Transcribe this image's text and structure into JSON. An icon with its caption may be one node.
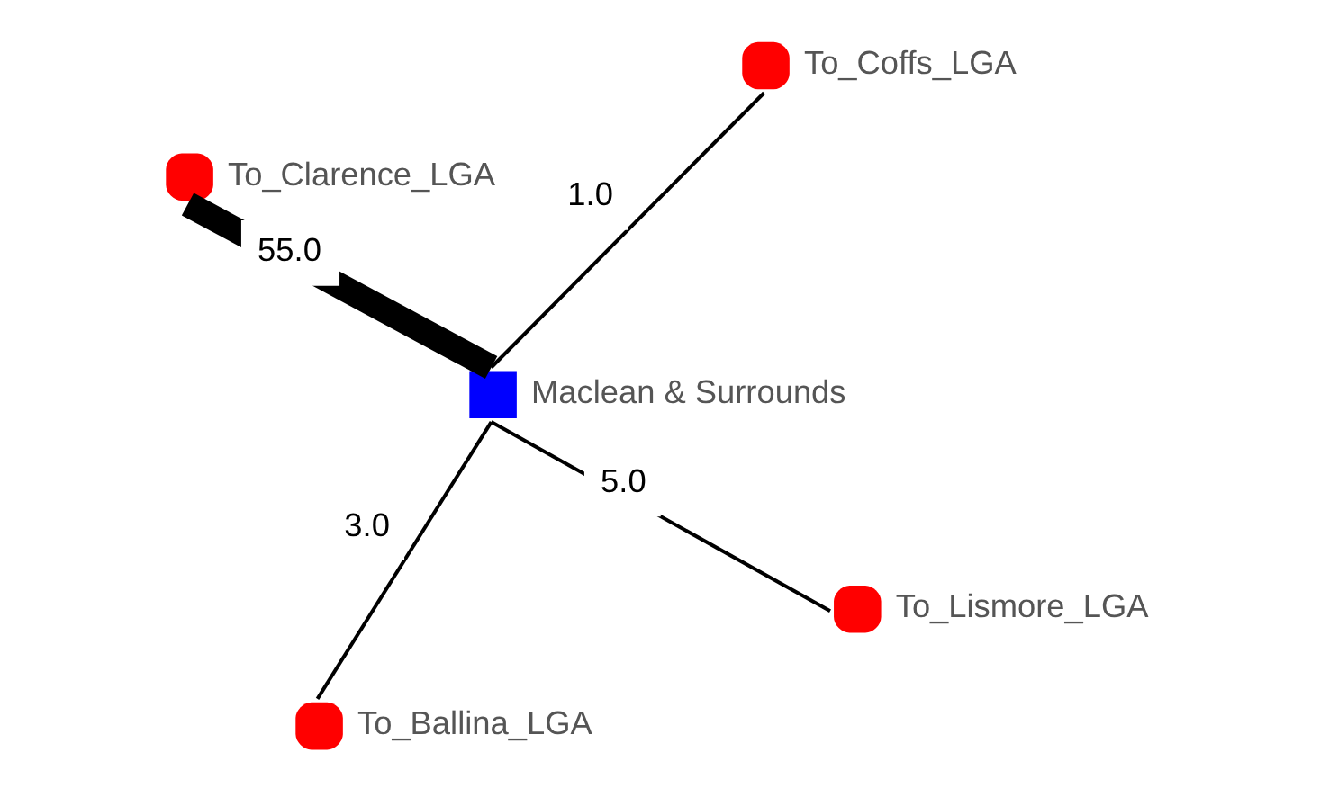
{
  "diagram": {
    "nodes": [
      {
        "text": [],
        "shape": "box",
        "beside": [
          "Maclean & Surrounds"
        ]
      },
      {
        "text": [],
        "shape": "circle",
        "beside": [
          "To_Lismore_LGA"
        ]
      },
      {
        "text": [],
        "shape": "circle",
        "beside": [
          "To_Ballina_LGA"
        ]
      },
      {
        "text": [],
        "shape": "circle",
        "beside": [
          "To_Clarence_LGA"
        ]
      },
      {
        "text": [],
        "shape": "circle",
        "beside": [
          "To_Coffs_LGA"
        ]
      }
    ],
    "edges": [
      {
        "from": 0,
        "to": 1,
        "arrow": "none",
        "label": "5.0"
      },
      {
        "from": 0,
        "to": 2,
        "arrow": "none",
        "label": "3.0"
      },
      {
        "from": 0,
        "to": 3,
        "arrow": "none",
        "label": "55.0",
        "style": "thick"
      },
      {
        "from": 0,
        "to": 4,
        "arrow": "none",
        "label": "1.0"
      }
    ]
  }
}
